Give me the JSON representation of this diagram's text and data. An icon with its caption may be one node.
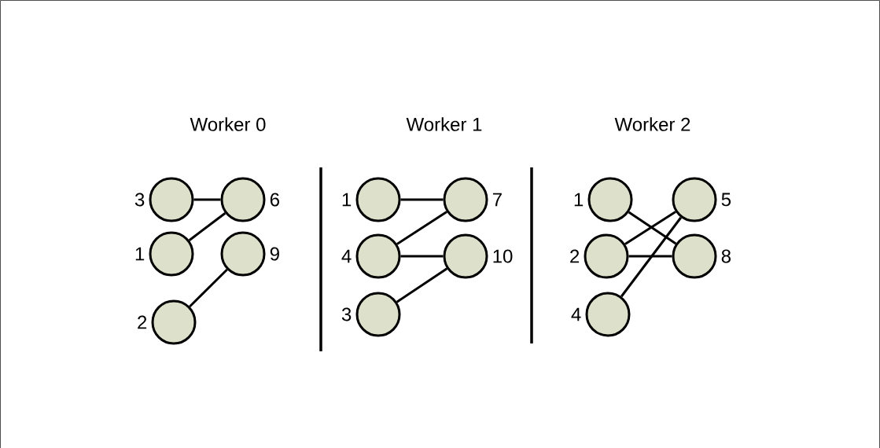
{
  "diagram": {
    "nodes": [
      {
        "text": [],
        "shape": "circle",
        "beside": [
          "3"
        ]
      },
      {
        "text": [],
        "shape": "circle",
        "beside": [
          "1"
        ]
      },
      {
        "text": [],
        "shape": "circle",
        "beside": [
          "2"
        ]
      },
      {
        "text": [],
        "shape": "circle",
        "beside": [
          "6"
        ]
      },
      {
        "text": [],
        "shape": "circle",
        "beside": [
          "9"
        ]
      },
      {
        "text": [],
        "shape": "circle",
        "beside": [
          "1"
        ]
      },
      {
        "text": [],
        "shape": "circle",
        "beside": [
          "4"
        ]
      },
      {
        "text": [],
        "shape": "circle",
        "beside": [
          "3"
        ]
      },
      {
        "text": [],
        "shape": "circle",
        "beside": [
          "7"
        ]
      },
      {
        "text": [],
        "shape": "circle",
        "beside": [
          "10"
        ]
      },
      {
        "text": [],
        "shape": "circle",
        "beside": [
          "1"
        ]
      },
      {
        "text": [],
        "shape": "circle",
        "beside": [
          "2"
        ]
      },
      {
        "text": [],
        "shape": "circle",
        "beside": [
          "4"
        ]
      },
      {
        "text": [],
        "shape": "circle",
        "beside": [
          "5"
        ]
      },
      {
        "text": [],
        "shape": "circle",
        "beside": [
          "8"
        ]
      }
    ],
    "edges": [
      {
        "from": 0,
        "to": 3,
        "arrow": "none"
      },
      {
        "from": 1,
        "to": 3,
        "arrow": "none"
      },
      {
        "from": 2,
        "to": 4,
        "arrow": "none"
      },
      {
        "from": 5,
        "to": 8,
        "arrow": "none"
      },
      {
        "from": 6,
        "to": 8,
        "arrow": "none"
      },
      {
        "from": 6,
        "to": 9,
        "arrow": "none"
      },
      {
        "from": 7,
        "to": 9,
        "arrow": "none"
      },
      {
        "from": 10,
        "to": 14,
        "arrow": "none"
      },
      {
        "from": 11,
        "to": 13,
        "arrow": "none"
      },
      {
        "from": 11,
        "to": 14,
        "arrow": "none"
      },
      {
        "from": 12,
        "to": 13,
        "arrow": "none"
      }
    ],
    "labels": [
      "Worker 0",
      "Worker 1",
      "Worker 2"
    ]
  }
}
